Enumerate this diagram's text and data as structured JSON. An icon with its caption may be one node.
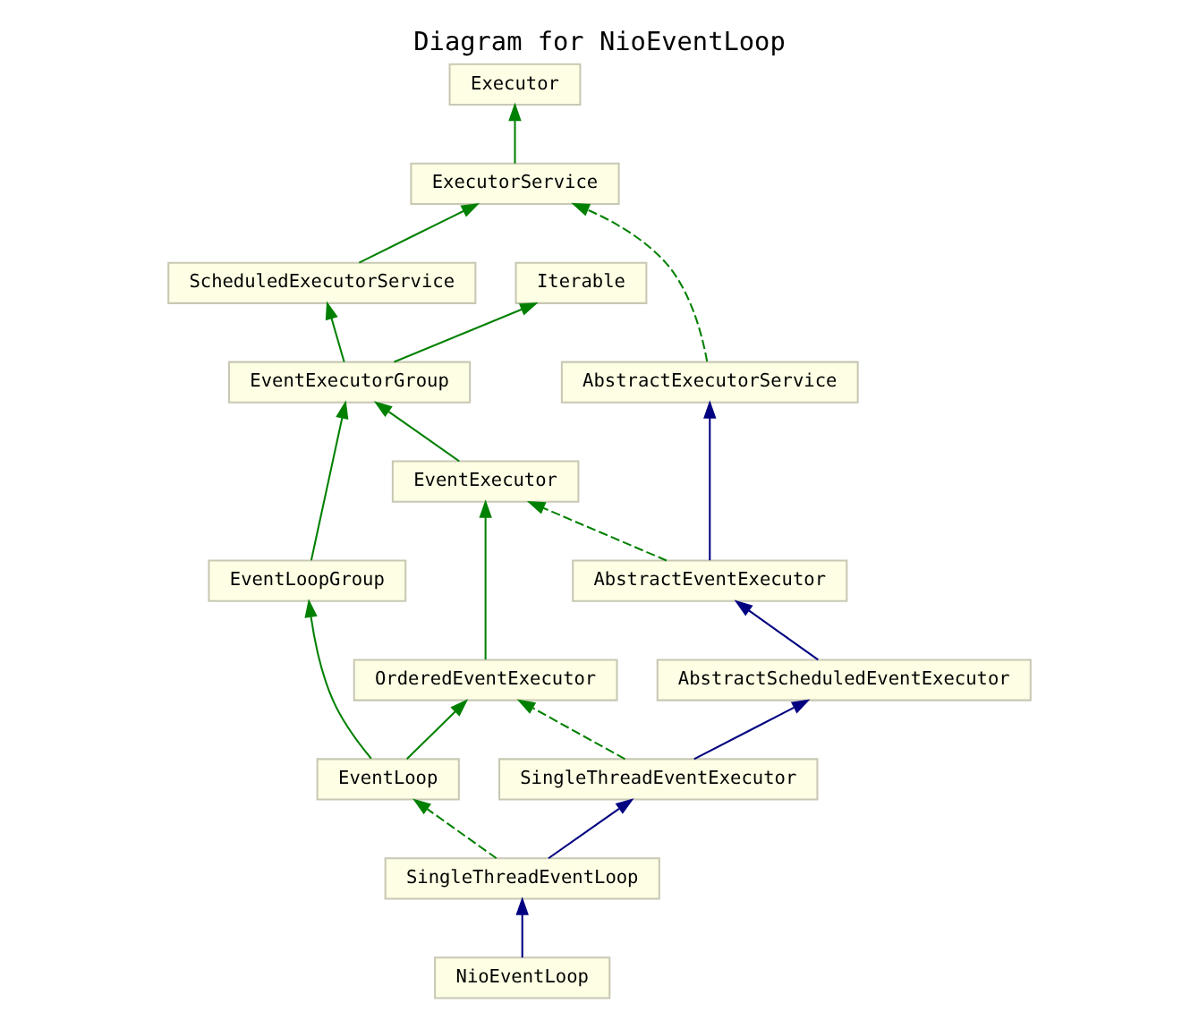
{
  "diagram": {
    "title": "Diagram for NioEventLoop",
    "nodes": [
      {
        "text": [
          "Executor"
        ]
      },
      {
        "text": [
          "ExecutorService"
        ]
      },
      {
        "text": [
          "ScheduledExecutorService"
        ]
      },
      {
        "text": [
          "Iterable"
        ]
      },
      {
        "text": [
          "AbstractExecutorService"
        ]
      },
      {
        "text": [
          "EventExecutorGroup"
        ]
      },
      {
        "text": [
          "EventLoopGroup"
        ]
      },
      {
        "text": [
          "EventExecutor"
        ]
      },
      {
        "text": [
          "AbstractEventExecutor"
        ]
      },
      {
        "text": [
          "OrderedEventExecutor"
        ]
      },
      {
        "text": [
          "AbstractScheduledEventExecutor"
        ]
      },
      {
        "text": [
          "EventLoop"
        ]
      },
      {
        "text": [
          "SingleThreadEventExecutor"
        ]
      },
      {
        "text": [
          "SingleThreadEventLoop"
        ]
      },
      {
        "text": [
          "NioEventLoop"
        ]
      }
    ],
    "edges": [
      {
        "from": 1,
        "to": 0,
        "arrow": "to"
      },
      {
        "from": 2,
        "to": 1,
        "arrow": "to"
      },
      {
        "from": 4,
        "to": 1,
        "arrow": "to",
        "style": "dashed"
      },
      {
        "from": 5,
        "to": 2,
        "arrow": "to"
      },
      {
        "from": 5,
        "to": 3,
        "arrow": "to"
      },
      {
        "from": 6,
        "to": 5,
        "arrow": "to"
      },
      {
        "from": 7,
        "to": 5,
        "arrow": "to"
      },
      {
        "from": 8,
        "to": 4,
        "arrow": "to",
        "color": "#000080"
      },
      {
        "from": 8,
        "to": 7,
        "arrow": "to",
        "style": "dashed"
      },
      {
        "from": 9,
        "to": 7,
        "arrow": "to"
      },
      {
        "from": 10,
        "to": 8,
        "arrow": "to",
        "color": "#000080"
      },
      {
        "from": 11,
        "to": 6,
        "arrow": "to"
      },
      {
        "from": 11,
        "to": 9,
        "arrow": "to"
      },
      {
        "from": 12,
        "to": 9,
        "arrow": "to",
        "style": "dashed"
      },
      {
        "from": 12,
        "to": 10,
        "arrow": "to",
        "color": "#000080"
      },
      {
        "from": 13,
        "to": 11,
        "arrow": "to",
        "style": "dashed"
      },
      {
        "from": 13,
        "to": 12,
        "arrow": "to",
        "color": "#000080"
      },
      {
        "from": 14,
        "to": 13,
        "arrow": "to",
        "color": "#000080"
      }
    ]
  }
}
